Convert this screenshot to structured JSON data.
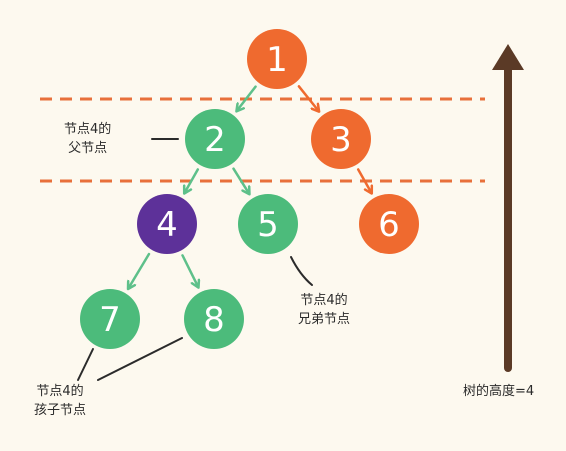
{
  "tree": {
    "nodes": [
      {
        "id": "1",
        "label": "1",
        "kind": "root"
      },
      {
        "id": "2",
        "label": "2",
        "kind": "parent"
      },
      {
        "id": "3",
        "label": "3",
        "kind": "other"
      },
      {
        "id": "4",
        "label": "4",
        "kind": "focus"
      },
      {
        "id": "5",
        "label": "5",
        "kind": "sibling"
      },
      {
        "id": "6",
        "label": "6",
        "kind": "other"
      },
      {
        "id": "7",
        "label": "7",
        "kind": "child"
      },
      {
        "id": "8",
        "label": "8",
        "kind": "child"
      }
    ],
    "edges": [
      [
        "1",
        "2"
      ],
      [
        "1",
        "3"
      ],
      [
        "2",
        "4"
      ],
      [
        "2",
        "5"
      ],
      [
        "3",
        "6"
      ],
      [
        "4",
        "7"
      ],
      [
        "4",
        "8"
      ]
    ]
  },
  "colors": {
    "background": "#fdf9ef",
    "green": "#4cbb7b",
    "orange": "#ef6a2f",
    "purple": "#5d3199",
    "arrow_green": "#5ec08a",
    "arrow_orange": "#ef6a2f",
    "dashed_line": "#e8703a",
    "height_arrow": "#5b3a26"
  },
  "annotations": {
    "parent": {
      "line1": "节点4的",
      "line2": "父节点"
    },
    "sibling": {
      "line1": "节点4的",
      "line2": "兄弟节点"
    },
    "children": {
      "line1": "节点4的",
      "line2": "孩子节点"
    },
    "height": "树的高度=4"
  }
}
